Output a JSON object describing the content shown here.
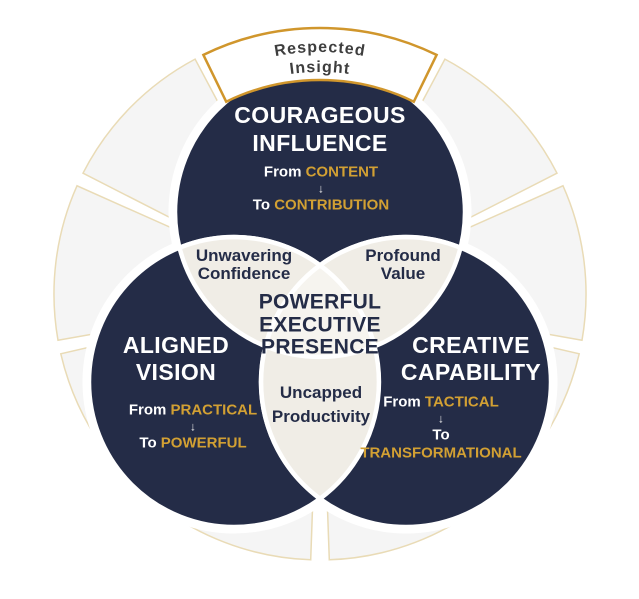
{
  "badge": {
    "line1": "Respected",
    "line2": "Insight"
  },
  "center": {
    "line1": "POWERFUL",
    "line2": "EXECUTIVE",
    "line3": "PRESENCE"
  },
  "overlaps": {
    "top_left": {
      "line1": "Unwavering",
      "line2": "Confidence"
    },
    "top_right": {
      "line1": "Profound",
      "line2": "Value"
    },
    "bottom": {
      "line1": "Uncapped",
      "line2": "Productivity"
    }
  },
  "circles": {
    "top": {
      "title1": "COURAGEOUS",
      "title2": "INFLUENCE",
      "from_label": "From",
      "from_value": "CONTENT",
      "arrow": "↓",
      "to_label": "To",
      "to_value": "CONTRIBUTION"
    },
    "left": {
      "title1": "ALIGNED",
      "title2": "VISION",
      "from_label": "From",
      "from_value": "PRACTICAL",
      "arrow": "↓",
      "to_label": "To",
      "to_value": "POWERFUL"
    },
    "right": {
      "title1": "CREATIVE",
      "title2": "CAPABILITY",
      "from_label": "From",
      "from_value": "TACTICAL",
      "arrow": "↓",
      "to_label": "To",
      "to_value": "TRANSFORMATIONAL"
    }
  },
  "colors": {
    "navy": "#242C47",
    "gold": "#D2A033",
    "badge_border": "#D0962C",
    "badge_text": "#3E3E3E",
    "ring_fill": "#F5F5F5",
    "ring_border": "#E9DBB6",
    "lens": "#F0EDE6",
    "center_fill": "#F6F4EF"
  }
}
